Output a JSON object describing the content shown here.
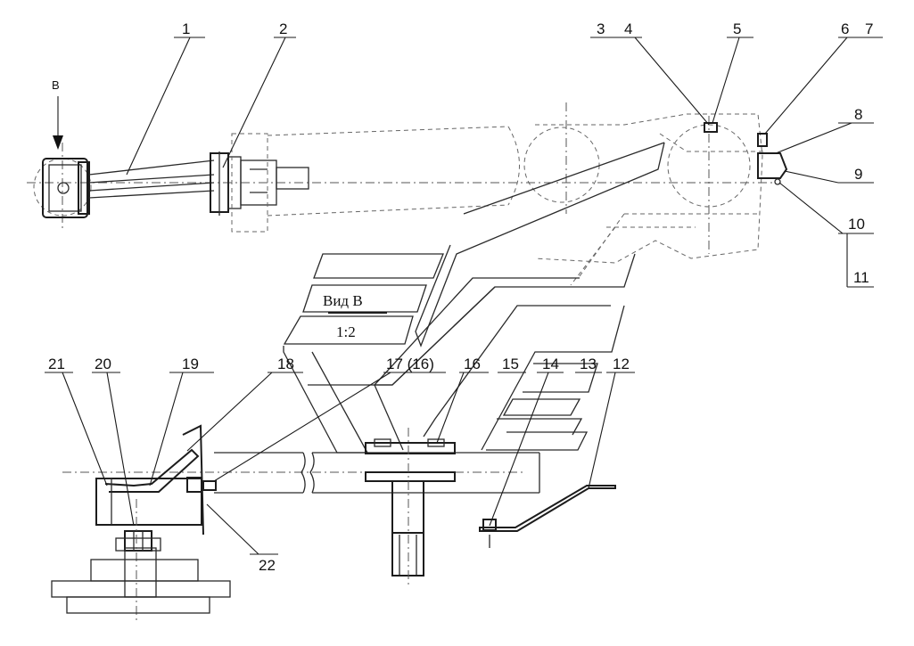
{
  "view_letter": "B",
  "view_title": "Вид В",
  "scale": "1:2",
  "callouts": [
    "1",
    "2",
    "3",
    "4",
    "5",
    "6",
    "7",
    "8",
    "9",
    "10",
    "11",
    "12",
    "13",
    "14",
    "15",
    "16",
    "17 (16)",
    "18",
    "19",
    "20",
    "21",
    "22"
  ]
}
